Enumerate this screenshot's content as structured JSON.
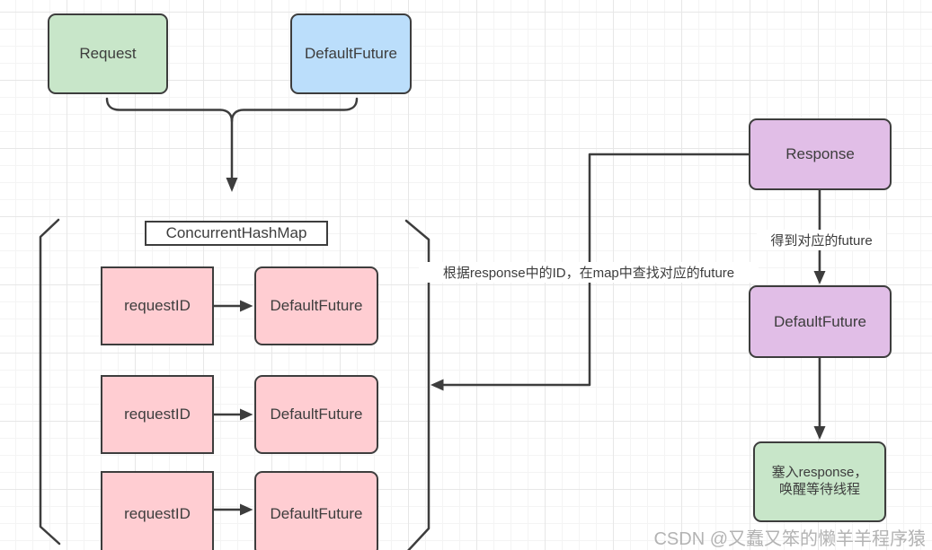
{
  "nodes": {
    "request": "Request",
    "default_future_top": "DefaultFuture",
    "map_title": "ConcurrentHashMap",
    "response": "Response",
    "default_future_right": "DefaultFuture",
    "final_line1": "塞入response，",
    "final_line2": "唤醒等待线程"
  },
  "map_rows": [
    {
      "key": "requestID",
      "value": "DefaultFuture"
    },
    {
      "key": "requestID",
      "value": "DefaultFuture"
    },
    {
      "key": "requestID",
      "value": "DefaultFuture"
    }
  ],
  "edge_labels": {
    "lookup": "根据response中的ID，在map中查找对应的future",
    "get_future": "得到对应的future"
  },
  "colors": {
    "node_green": "#c8e6c9",
    "node_blue": "#bbdefb",
    "node_pink": "#ffcdd2",
    "node_purple": "#e1bee7",
    "stroke": "#3d3d3d",
    "watermark_gray": "#b3b3b3"
  },
  "watermark": "CSDN @又蠢又笨的懒羊羊程序猿"
}
